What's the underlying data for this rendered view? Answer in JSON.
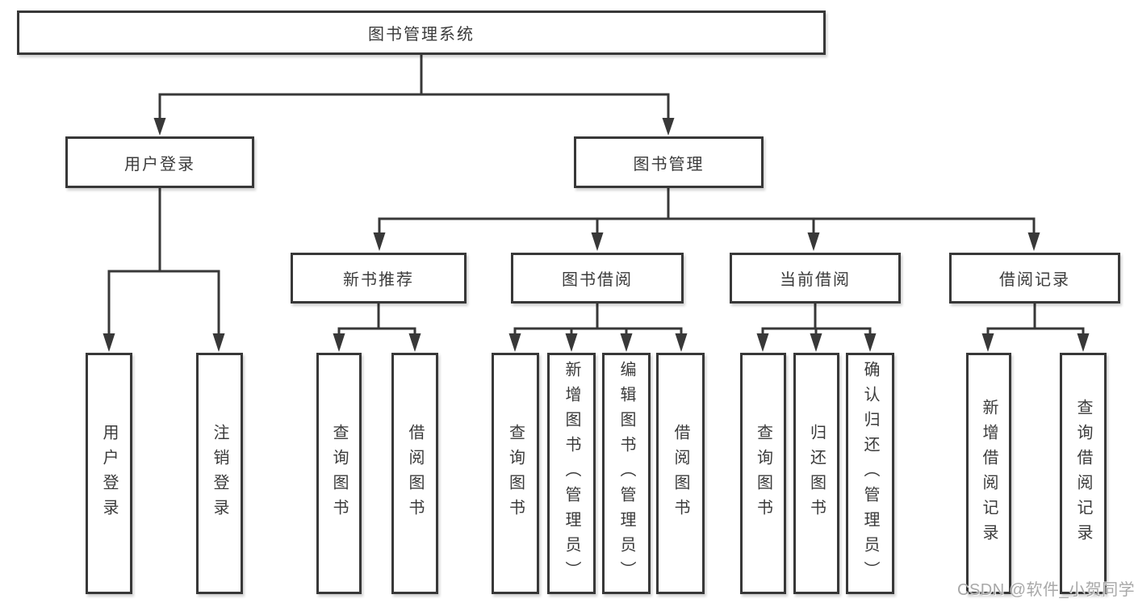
{
  "title": "图书管理系统",
  "colors": {
    "line": "#383838",
    "text": "#3b3b3b",
    "background": "#ffffff",
    "watermark": "#a8a8a8"
  },
  "nodes": {
    "root": {
      "label": "图书管理系统"
    },
    "level2": [
      {
        "id": "user-login-branch",
        "label": "用户登录"
      },
      {
        "id": "book-management-branch",
        "label": "图书管理"
      }
    ],
    "level3": [
      {
        "id": "new-book-recommend",
        "label": "新书推荐"
      },
      {
        "id": "book-borrow",
        "label": "图书借阅"
      },
      {
        "id": "current-borrow",
        "label": "当前借阅"
      },
      {
        "id": "borrow-records",
        "label": "借阅记录"
      }
    ],
    "leaves": [
      {
        "parent": "user-login-branch",
        "label": "用户登录"
      },
      {
        "parent": "user-login-branch",
        "label": "注销登录"
      },
      {
        "parent": "new-book-recommend",
        "label": "查询图书"
      },
      {
        "parent": "new-book-recommend",
        "label": "借阅图书"
      },
      {
        "parent": "book-borrow",
        "label": "查询图书"
      },
      {
        "parent": "book-borrow",
        "label": "新增图书（管理员）"
      },
      {
        "parent": "book-borrow",
        "label": "编辑图书（管理员）"
      },
      {
        "parent": "book-borrow",
        "label": "借阅图书"
      },
      {
        "parent": "current-borrow",
        "label": "查询图书"
      },
      {
        "parent": "current-borrow",
        "label": "归还图书"
      },
      {
        "parent": "current-borrow",
        "label": "确认归还（管理员）"
      },
      {
        "parent": "borrow-records",
        "label": "新增借阅记录"
      },
      {
        "parent": "borrow-records",
        "label": "查询借阅记录"
      }
    ]
  },
  "watermark": {
    "text": "CSDN @软件_小贺同学"
  }
}
